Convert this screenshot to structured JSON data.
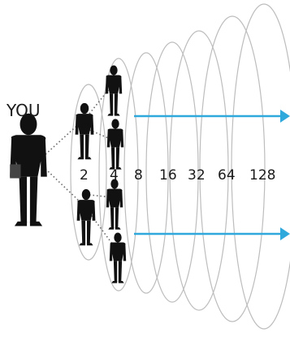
{
  "you_label": "YOU",
  "level_numbers": [
    "2",
    "4",
    "8",
    "16",
    "32",
    "64",
    "128"
  ],
  "colors": {
    "arrow": "#2fa8dc",
    "ring": "#bfbfbf",
    "silhouette": "#111111",
    "dots": "#666666"
  },
  "icons": [
    "person-icon",
    "arrow-right-icon"
  ]
}
